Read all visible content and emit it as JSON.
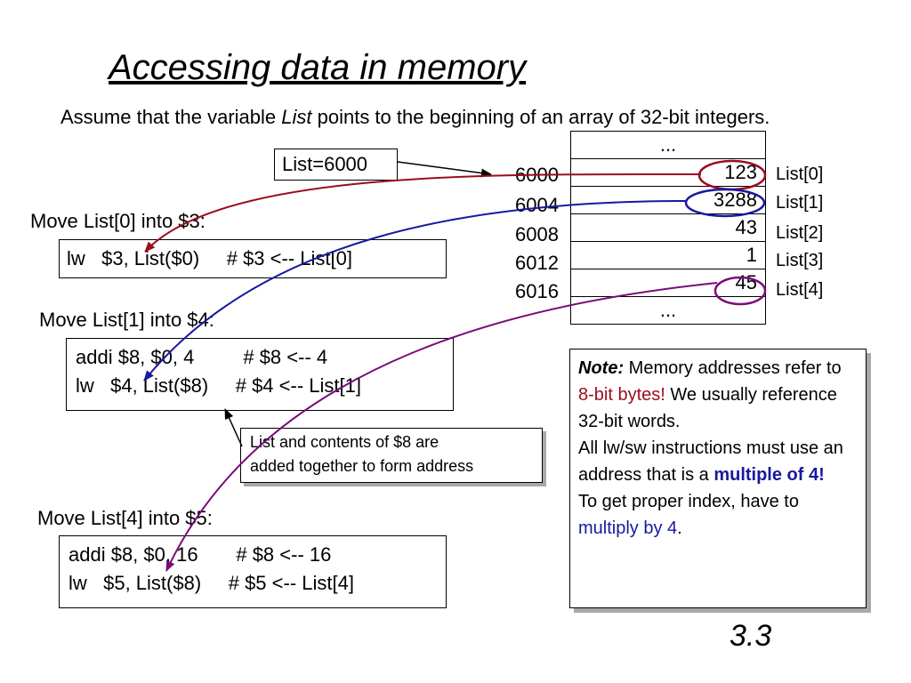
{
  "title": "Accessing data in memory",
  "intro": {
    "before": "Assume that the variable ",
    "italic": "List",
    "after": " points to the beginning of an array of 32-bit integers."
  },
  "list_label": "List=6000",
  "sections": [
    {
      "heading": "Move List[0] into $3:",
      "lines": [
        "lw   $3, List($0)     # $3 <-- List[0]"
      ]
    },
    {
      "heading": "Move List[1] into $4:",
      "lines": [
        "addi $8, $0, 4         # $8 <-- 4",
        "lw   $4, List($8)     # $4 <-- List[1]"
      ]
    },
    {
      "heading": "Move List[4] into $5:",
      "lines": [
        "addi $8, $0, 16       # $8 <-- 16",
        "lw   $5, List($8)     # $5 <-- List[4]"
      ]
    }
  ],
  "memory": {
    "top_dots": "...",
    "bottom_dots": "...",
    "cells": [
      {
        "address": "6000",
        "value": "123",
        "index": "List[0]",
        "circled": true,
        "circle_color": "#9b0c1d"
      },
      {
        "address": "6004",
        "value": "3288",
        "index": "List[1]",
        "circled": true,
        "circle_color": "#1818a0"
      },
      {
        "address": "6008",
        "value": "43",
        "index": "List[2]",
        "circled": false
      },
      {
        "address": "6012",
        "value": "1",
        "index": "List[3]",
        "circled": false
      },
      {
        "address": "6016",
        "value": "45",
        "index": "List[4]",
        "circled": true,
        "circle_color": "#7a0a7a"
      }
    ]
  },
  "callout": {
    "line1": "List and contents of $8 are",
    "line2": "added together to form address"
  },
  "note": {
    "label": "Note:",
    "p1_text": " Memory addresses refer to ",
    "p1_red": "8-bit bytes!",
    "p1_rest": "  We usually reference 32-bit words.",
    "p2_text": "All lw/sw instructions must use an address that is a ",
    "p2_bold": "multiple of 4!",
    "p3_text": "To get proper index, have to ",
    "p3_blue": "multiply by 4",
    "p3_end": "."
  },
  "footer": "3.3",
  "colors": {
    "red_arrow": "#9b0c1d",
    "blue_arrow": "#1818a0",
    "purple_arrow": "#7a0a7a",
    "shadow": "#a8a8a8"
  }
}
